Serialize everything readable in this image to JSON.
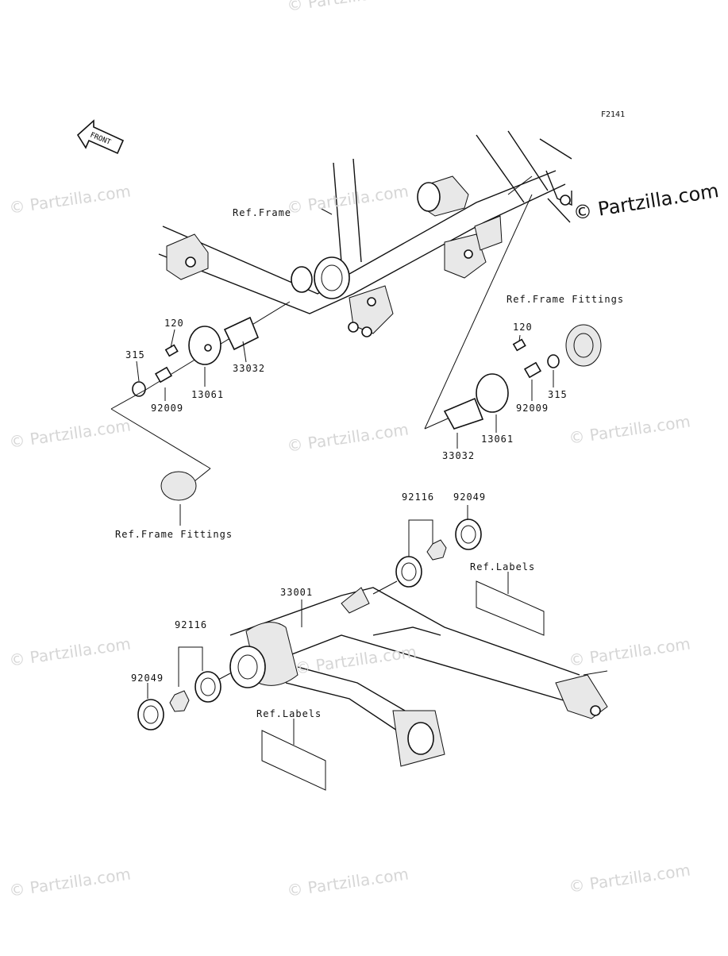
{
  "diagram": {
    "figure_id": "F2141",
    "front_arrow_label": "FRONT",
    "watermark_main": "© Partzilla.com",
    "watermark_faint": "© Partzilla.com",
    "labels": {
      "ref_frame": "Ref.Frame",
      "ref_frame_fittings_top": "Ref.Frame Fittings",
      "ref_frame_fittings_left": "Ref.Frame Fittings",
      "ref_labels_right": "Ref.Labels",
      "ref_labels_left": "Ref.Labels",
      "l120_left": "120",
      "l315_left": "315",
      "l92009_left": "92009",
      "l13061_left": "13061",
      "l33032_left": "33032",
      "l120_right": "120",
      "l315_right": "315",
      "l92009_right": "92009",
      "l13061_right": "13061",
      "l33032_right": "33032",
      "l92116_top": "92116",
      "l92049_top": "92049",
      "l33001": "33001",
      "l92116_left": "92116",
      "l92049_left": "92049"
    }
  }
}
